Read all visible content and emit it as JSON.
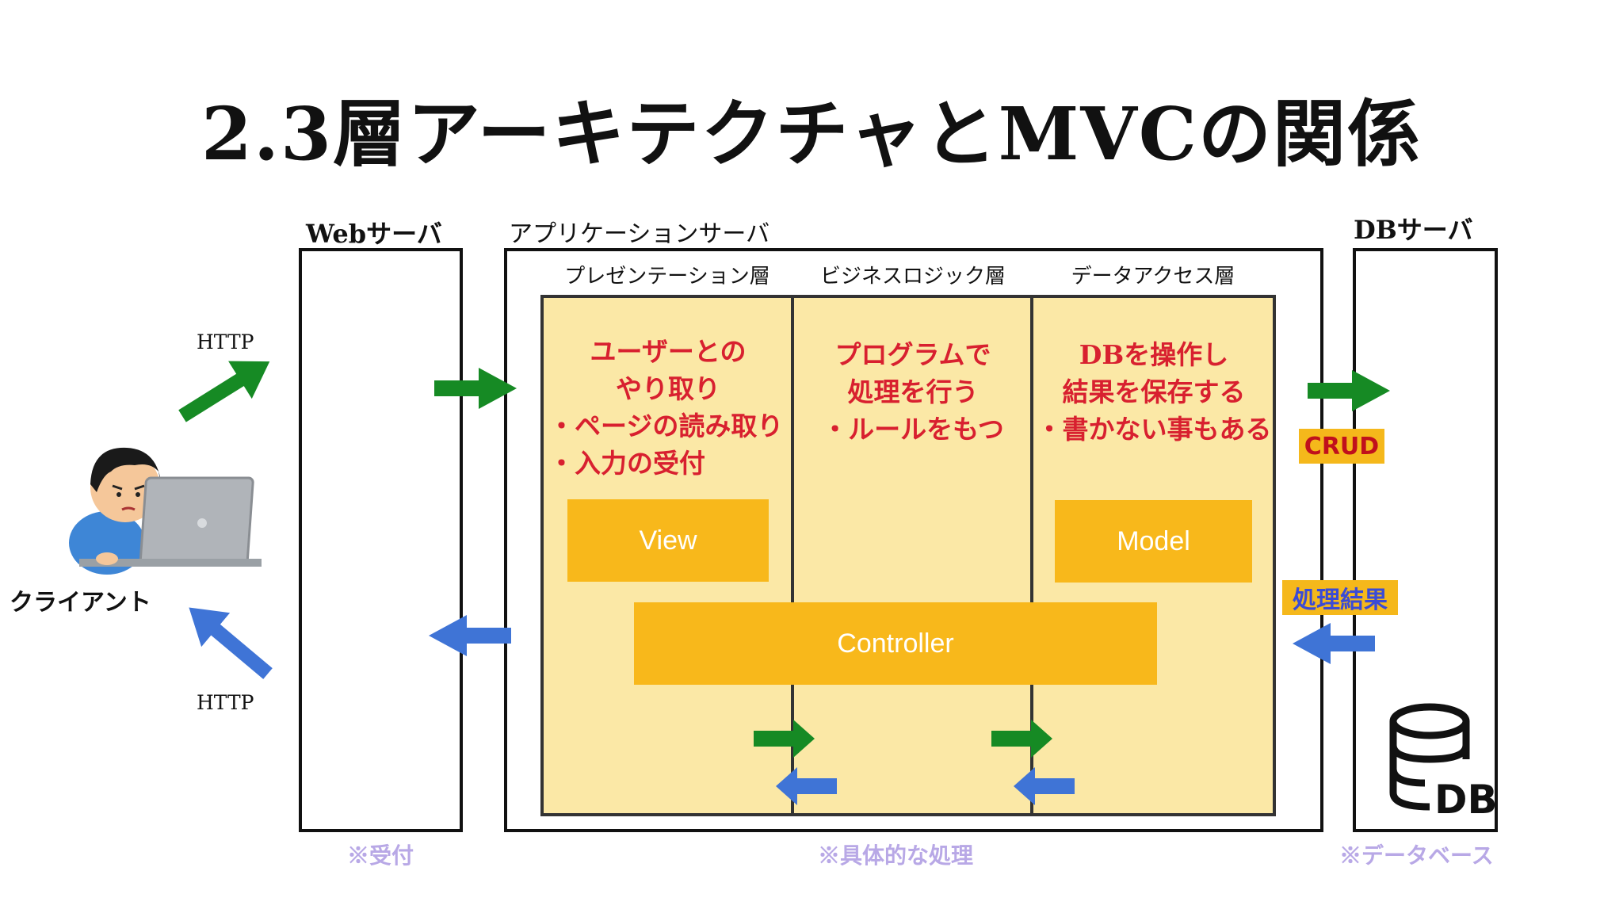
{
  "title": "2.3層アーキテクチャとMVCの関係",
  "client": {
    "label": "クライアント",
    "http_up": "HTTP",
    "http_down": "HTTP"
  },
  "servers": {
    "web": "Webサーバ",
    "app": "アプリケーションサーバ",
    "db": "DBサーバ"
  },
  "layers": [
    {
      "title": "プレゼンテーション層",
      "lines": [
        "ユーザーとの",
        "やり取り",
        "・ページの読み取り",
        "・入力の受付"
      ]
    },
    {
      "title": "ビジネスロジック層",
      "lines": [
        "プログラムで",
        "処理を行う",
        "・ルールをもつ"
      ]
    },
    {
      "title": "データアクセス層",
      "lines": [
        "DBを操作し",
        "結果を保存する",
        "・書かない事もある"
      ]
    }
  ],
  "mvc": {
    "view": "View",
    "model": "Model",
    "controller": "Controller"
  },
  "tags": {
    "crud": "CRUD",
    "result": "処理結果"
  },
  "db_icon_label": "DB",
  "notes": {
    "web": "※受付",
    "app": "※具体的な処理",
    "db": "※データベース"
  },
  "colors": {
    "green_arrow": "#168a24",
    "blue_arrow": "#3f74d6",
    "layer_bg": "#fbe8a6",
    "mvc_box": "#f8b81b",
    "red_text": "#d8202f",
    "note": "#b8a8e6"
  }
}
